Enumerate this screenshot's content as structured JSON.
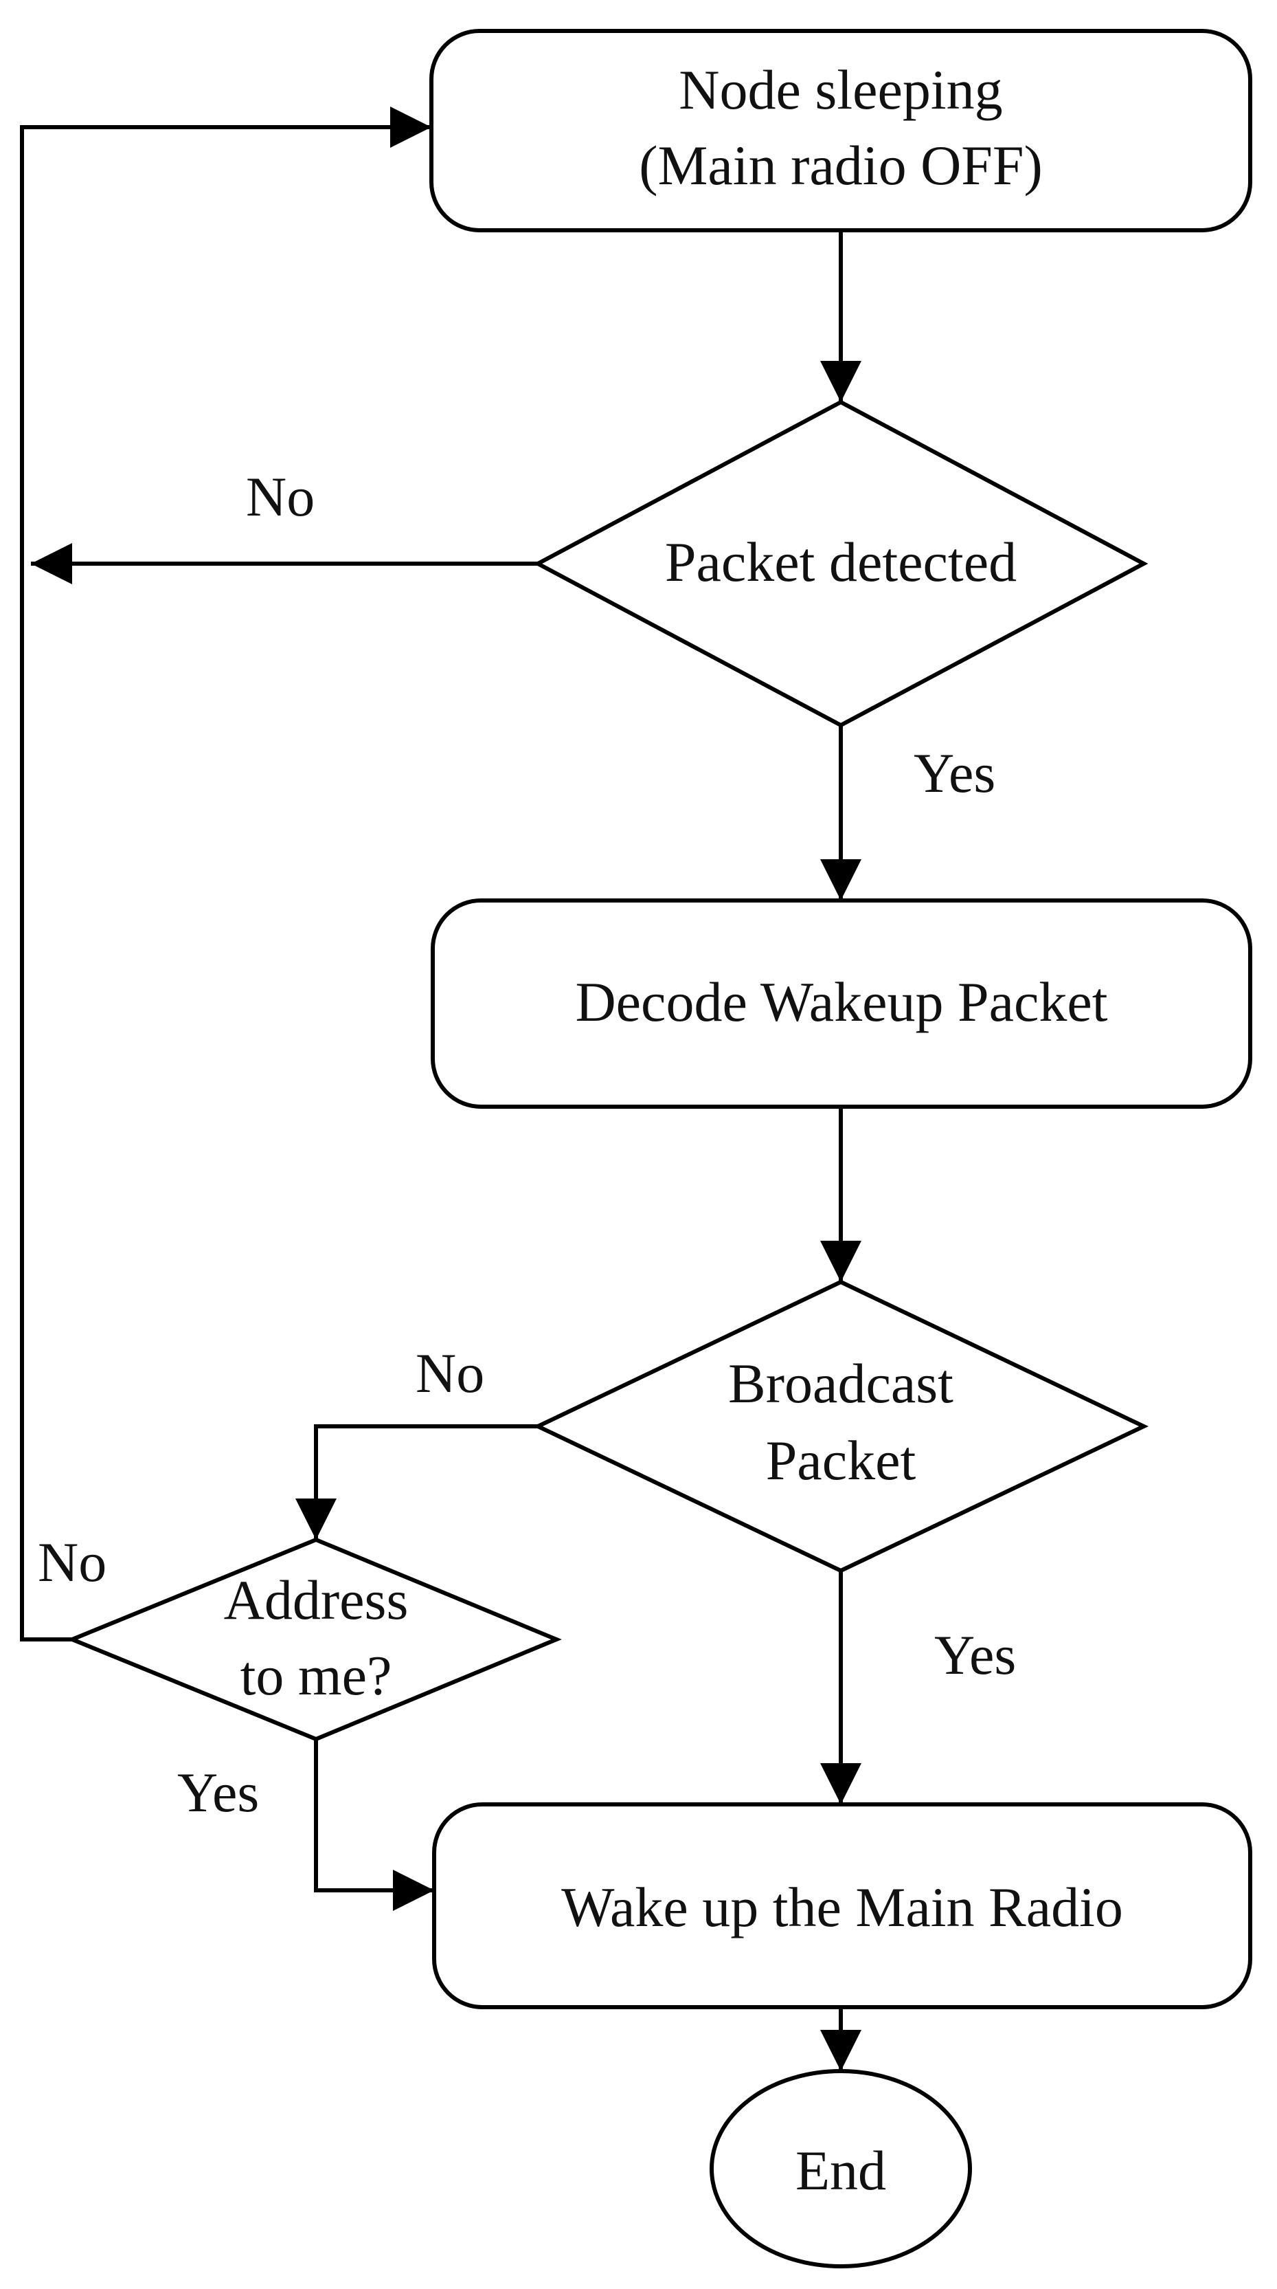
{
  "nodes": {
    "sleeping": {
      "line1": "Node sleeping",
      "line2": "(Main radio OFF)"
    },
    "packet_detected": {
      "label": "Packet detected"
    },
    "decode": {
      "label": "Decode Wakeup Packet"
    },
    "broadcast": {
      "line1": "Broadcast",
      "line2": "Packet"
    },
    "address": {
      "line1": "Address",
      "line2": "to me?"
    },
    "wake": {
      "label": "Wake up the Main Radio"
    },
    "end": {
      "label": "End"
    }
  },
  "edges": {
    "packet_no": "No",
    "packet_yes": "Yes",
    "broadcast_no": "No",
    "broadcast_yes": "Yes",
    "address_no": "No",
    "address_yes": "Yes"
  }
}
